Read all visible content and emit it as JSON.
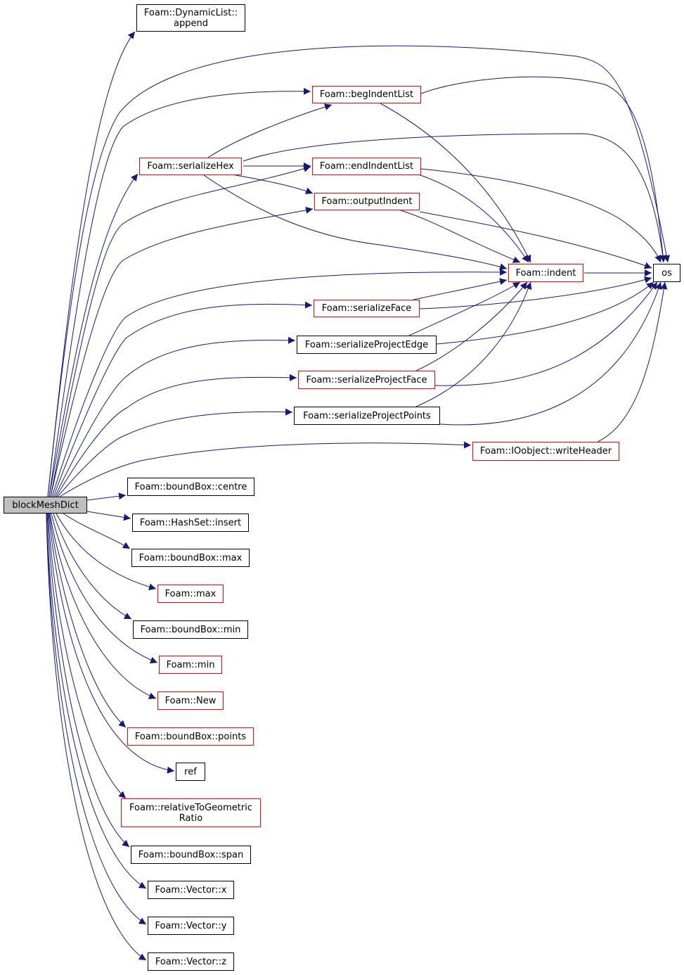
{
  "colors": {
    "edge": "#191970",
    "border_normal": "#000000",
    "border_truncated": "#ff0000",
    "root_fill": "#bfbfbf"
  },
  "root": {
    "label": "blockMeshDict"
  },
  "nodes": {
    "dynamiclist_append": {
      "line1": "Foam::DynamicList::",
      "line2": "append",
      "truncated": false
    },
    "begindentlist": {
      "label": "Foam::begIndentList",
      "truncated": true
    },
    "serializehex": {
      "label": "Foam::serializeHex",
      "truncated": true
    },
    "endindentlist": {
      "label": "Foam::endIndentList",
      "truncated": true
    },
    "outputindent": {
      "label": "Foam::outputIndent",
      "truncated": true
    },
    "indent": {
      "label": "Foam::indent",
      "truncated": true
    },
    "os": {
      "label": "os",
      "truncated": false
    },
    "serializeface": {
      "label": "Foam::serializeFace",
      "truncated": true
    },
    "serializeprojectedge": {
      "label": "Foam::serializeProjectEdge",
      "truncated": false
    },
    "serializeprojectface": {
      "label": "Foam::serializeProjectFace",
      "truncated": true
    },
    "serializeprojectpoints": {
      "label": "Foam::serializeProjectPoints",
      "truncated": false
    },
    "writeheader": {
      "label": "Foam::IOobject::writeHeader",
      "truncated": true
    },
    "boundbox_centre": {
      "label": "Foam::boundBox::centre",
      "truncated": false
    },
    "hashset_insert": {
      "label": "Foam::HashSet::insert",
      "truncated": false
    },
    "boundbox_max": {
      "label": "Foam::boundBox::max",
      "truncated": false
    },
    "max": {
      "label": "Foam::max",
      "truncated": true
    },
    "boundbox_min": {
      "label": "Foam::boundBox::min",
      "truncated": false
    },
    "min": {
      "label": "Foam::min",
      "truncated": true
    },
    "new": {
      "label": "Foam::New",
      "truncated": true
    },
    "boundbox_points": {
      "label": "Foam::boundBox::points",
      "truncated": true
    },
    "ref": {
      "label": "ref",
      "truncated": false
    },
    "relativetogeometric": {
      "line1": "Foam::relativeToGeometric",
      "line2": "Ratio",
      "truncated": true
    },
    "boundbox_span": {
      "label": "Foam::boundBox::span",
      "truncated": false
    },
    "vector_x": {
      "label": "Foam::Vector::x",
      "truncated": false
    },
    "vector_y": {
      "label": "Foam::Vector::y",
      "truncated": false
    },
    "vector_z": {
      "label": "Foam::Vector::z",
      "truncated": false
    }
  },
  "edges": [
    [
      "root",
      "dynamiclist_append"
    ],
    [
      "root",
      "os"
    ],
    [
      "root",
      "begindentlist"
    ],
    [
      "root",
      "serializehex"
    ],
    [
      "root",
      "endindentlist"
    ],
    [
      "root",
      "outputindent"
    ],
    [
      "root",
      "indent"
    ],
    [
      "root",
      "serializeface"
    ],
    [
      "root",
      "serializeprojectedge"
    ],
    [
      "root",
      "serializeprojectface"
    ],
    [
      "root",
      "serializeprojectpoints"
    ],
    [
      "root",
      "writeheader"
    ],
    [
      "root",
      "boundbox_centre"
    ],
    [
      "root",
      "hashset_insert"
    ],
    [
      "root",
      "boundbox_max"
    ],
    [
      "root",
      "max"
    ],
    [
      "root",
      "boundbox_min"
    ],
    [
      "root",
      "min"
    ],
    [
      "root",
      "new"
    ],
    [
      "root",
      "boundbox_points"
    ],
    [
      "root",
      "ref"
    ],
    [
      "root",
      "relativetogeometric"
    ],
    [
      "root",
      "boundbox_span"
    ],
    [
      "root",
      "vector_x"
    ],
    [
      "root",
      "vector_y"
    ],
    [
      "root",
      "vector_z"
    ],
    [
      "serializehex",
      "begindentlist"
    ],
    [
      "serializehex",
      "endindentlist"
    ],
    [
      "serializehex",
      "outputindent"
    ],
    [
      "serializehex",
      "indent"
    ],
    [
      "serializehex",
      "os"
    ],
    [
      "begindentlist",
      "indent"
    ],
    [
      "begindentlist",
      "os"
    ],
    [
      "endindentlist",
      "indent"
    ],
    [
      "endindentlist",
      "os"
    ],
    [
      "outputindent",
      "indent"
    ],
    [
      "outputindent",
      "os"
    ],
    [
      "indent",
      "os"
    ],
    [
      "serializeface",
      "indent"
    ],
    [
      "serializeface",
      "os"
    ],
    [
      "serializeprojectedge",
      "indent"
    ],
    [
      "serializeprojectedge",
      "os"
    ],
    [
      "serializeprojectface",
      "indent"
    ],
    [
      "serializeprojectface",
      "os"
    ],
    [
      "serializeprojectpoints",
      "indent"
    ],
    [
      "serializeprojectpoints",
      "os"
    ],
    [
      "writeheader",
      "os"
    ]
  ]
}
